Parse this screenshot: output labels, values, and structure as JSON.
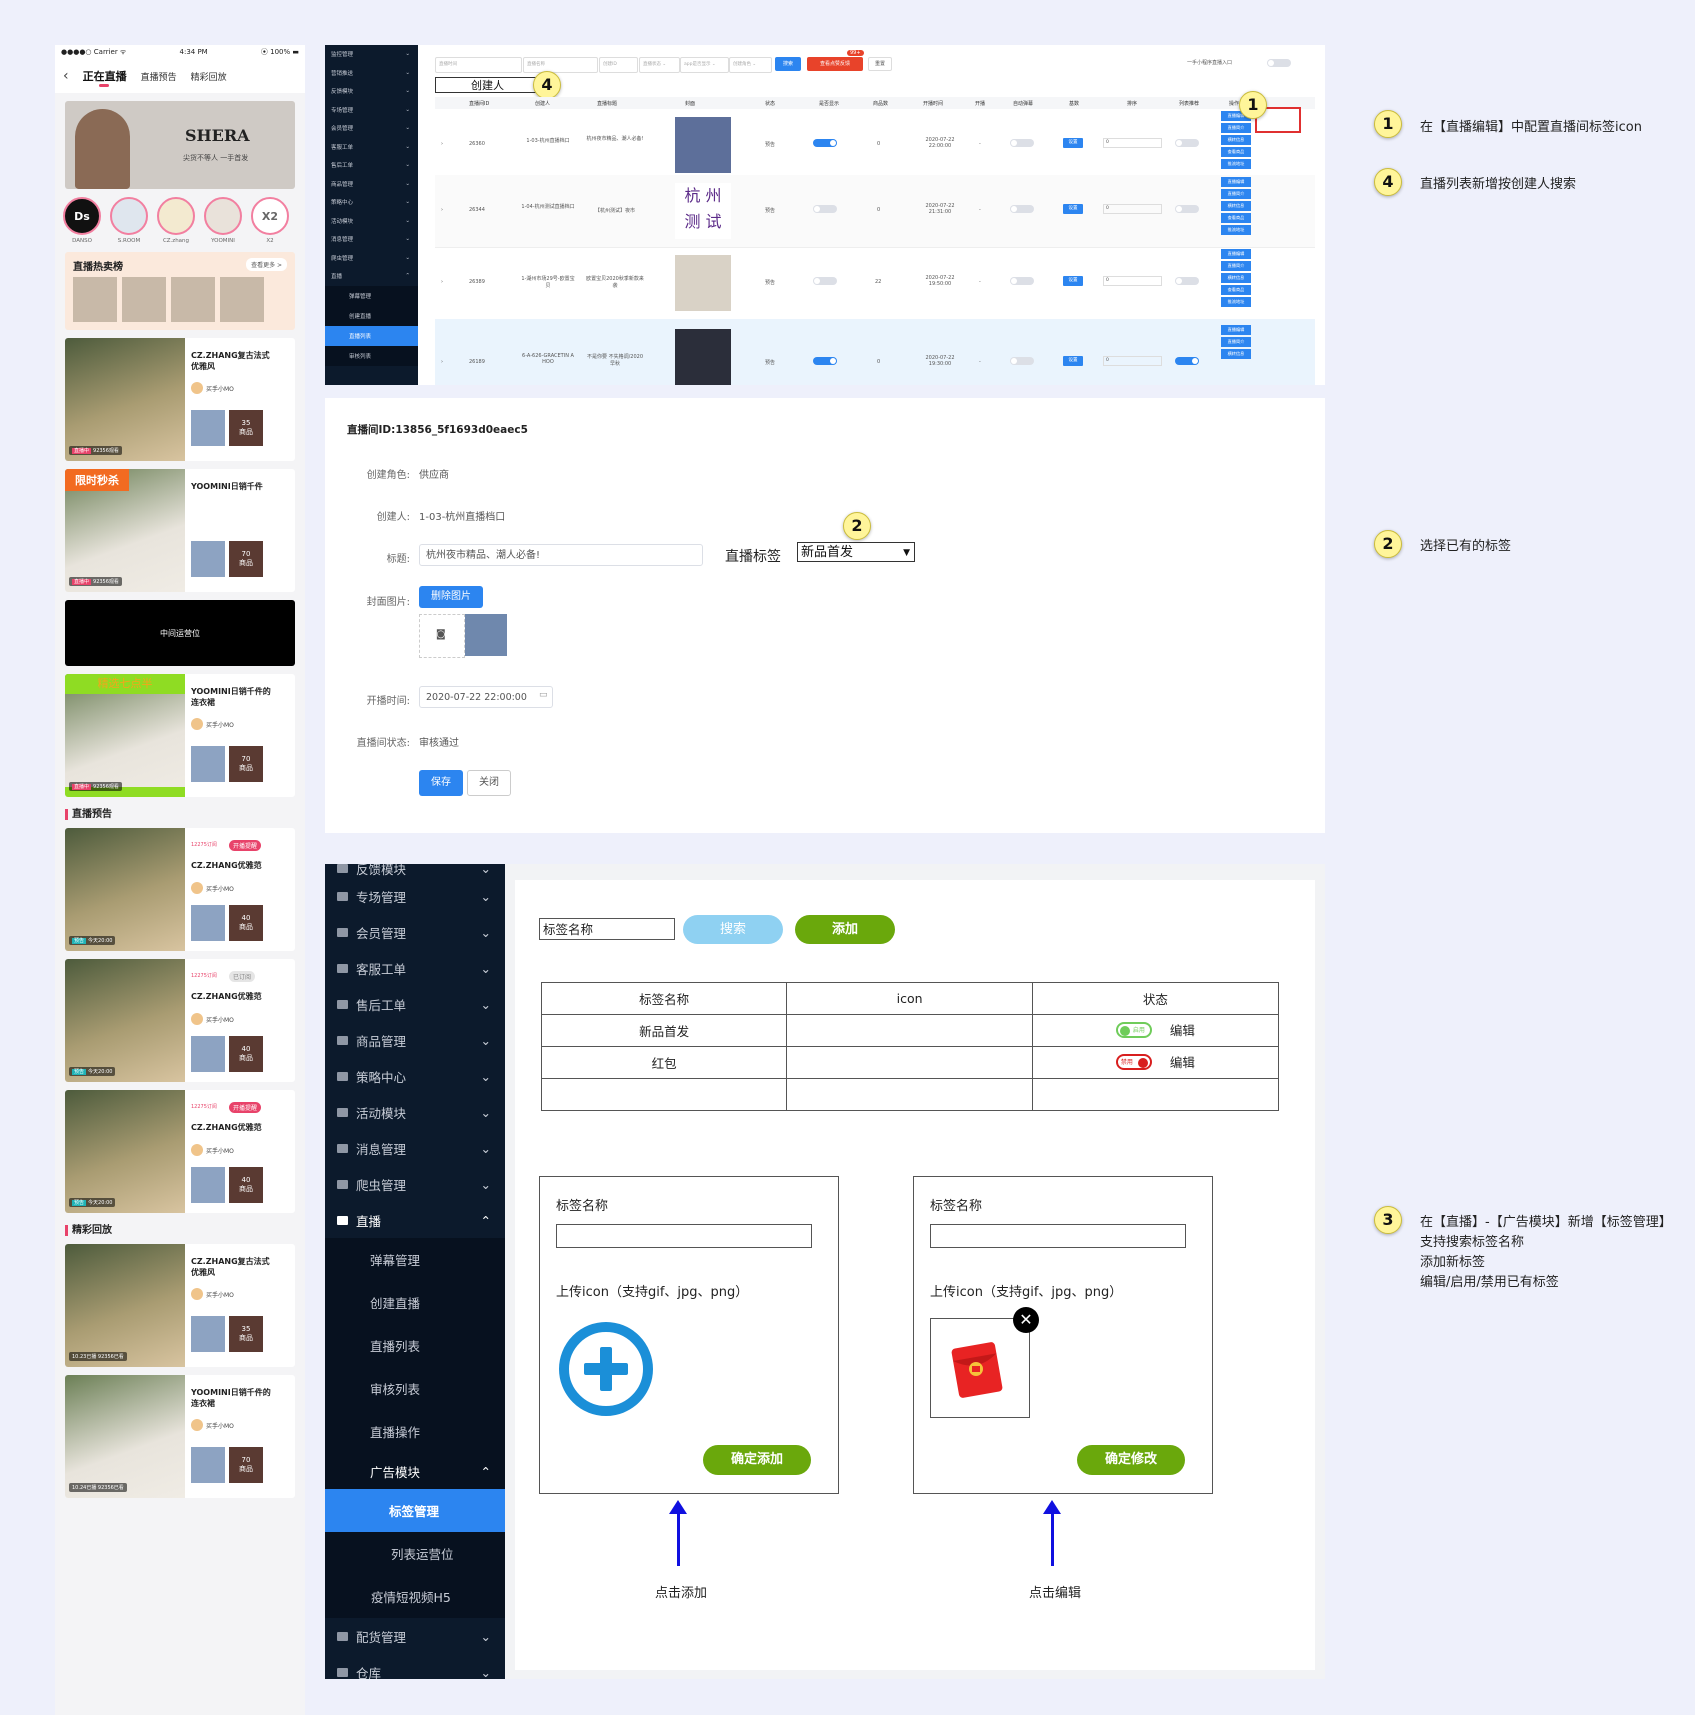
{
  "phone": {
    "status": {
      "carrier": "●●●●○ Carrier ᯤ",
      "time": "4:34 PM",
      "battery": "⦿ 100% ▬"
    },
    "tabs": [
      "正在直播",
      "直播预告",
      "精彩回放"
    ],
    "banner": {
      "brand": "SHERA",
      "tagline": "尖货不等人 一手首发"
    },
    "avatars": [
      {
        "mark": "Ds",
        "name": "DANSO"
      },
      {
        "mark": "",
        "name": "S.ROOM"
      },
      {
        "mark": "",
        "name": "CZ.zhang"
      },
      {
        "mark": "",
        "name": "YOOMINI"
      },
      {
        "mark": "X2",
        "name": "X2"
      }
    ],
    "hot": {
      "title": "直播热卖榜",
      "more": "查看更多 >"
    },
    "cards": [
      {
        "title": "CZ.ZHANG复古法式优雅风",
        "user": "买手小MO",
        "count": "35\n商品",
        "badge_tag": "直播中",
        "badge": "92356观看"
      },
      {
        "title": "YOOMINI日销千件",
        "user": "",
        "count": "70\n商品",
        "badge_tag": "直播中",
        "badge": "92356观看",
        "flag": "限时秒杀"
      },
      {
        "title": "YOOMINI日销千件的连衣裙",
        "user": "买手小MO",
        "count": "70\n商品",
        "badge_tag": "直播中",
        "badge": "92356观看",
        "flag": "精选七点半"
      }
    ],
    "ops_slot": "中间运营位",
    "preview_title": "直播预告",
    "preview": [
      {
        "sub": "12275订阅",
        "tag": "开播提醒",
        "title": "CZ.ZHANG优雅范",
        "user": "买手小MO",
        "count": "40\n商品",
        "badge_tag": "预告",
        "badge": "今天20:00"
      },
      {
        "sub": "12275订阅",
        "tag": "已订阅",
        "title": "CZ.ZHANG优雅范",
        "user": "买手小MO",
        "count": "40\n商品",
        "badge_tag": "预告",
        "badge": "今天20:00"
      },
      {
        "sub": "12275订阅",
        "tag": "开播提醒",
        "title": "CZ.ZHANG优雅范",
        "user": "买手小MO",
        "count": "40\n商品",
        "badge_tag": "预告",
        "badge": "今天20:00"
      }
    ],
    "replay_title": "精彩回放",
    "replay": [
      {
        "title": "CZ.ZHANG复古法式优雅风",
        "user": "买手小MO",
        "count": "35\n商品",
        "badge_tag": "",
        "badge": "10.23已播 92356已看"
      },
      {
        "title": "YOOMINI日销千件的连衣裙",
        "user": "买手小MO",
        "count": "70\n商品",
        "badge_tag": "",
        "badge": "10.24已播 92356已看"
      }
    ]
  },
  "adminTop": {
    "sidebar": [
      "监控管理",
      "营销推送",
      "反馈模块",
      "专场管理",
      "会员管理",
      "客服工单",
      "售后工单",
      "商品管理",
      "策略中心",
      "活动模块",
      "消息管理",
      "爬虫管理",
      "直播"
    ],
    "sidebar_sub": [
      "弹幕管理",
      "创建直播",
      "直播列表",
      "审核列表"
    ],
    "filters": [
      "直播时间",
      "直播名称",
      "创建ID",
      "直播状态 ⌄",
      "app是否显示 ⌄",
      "创建角色 ⌄"
    ],
    "search_btn": "搜索",
    "feedback_btn": "查看点赞反馈",
    "feedback_badge": "99+",
    "reset_btn": "重置",
    "mini_label": "一手小程序直播入口",
    "creator_label": "创建人",
    "columns": [
      "直播间ID",
      "创建人",
      "直播标题",
      "封面",
      "状态",
      "是否显示",
      "商品数",
      "开播时间",
      "开播",
      "自动弹幕",
      "基数",
      "排序",
      "列表推荐",
      "操作"
    ],
    "rows": [
      {
        "id": "26360",
        "creator": "1-03-杭州直播档口",
        "title": "杭州夜市精品、潮人必备!",
        "status": "预告",
        "goods": "0",
        "time": "2020-07-22 22:00:00",
        "open": "-",
        "sort": "0",
        "show": true,
        "rec": false
      },
      {
        "id": "26344",
        "creator": "1-04-杭州测试直播档口",
        "title": "【杭州测试】夜市",
        "cover_text": "杭 州\n测 试",
        "status": "预告",
        "goods": "0",
        "time": "2020-07-22 21:31:00",
        "open": "-",
        "sort": "0",
        "show": false,
        "rec": false
      },
      {
        "id": "26389",
        "creator": "1-湖州市场29号-欧置宝贝",
        "title": "欧置宝贝2020秋季新款来袭",
        "status": "预告",
        "goods": "22",
        "time": "2020-07-22 19:50:00",
        "open": "-",
        "sort": "0",
        "show": false,
        "rec": false
      },
      {
        "id": "26189",
        "creator": "6-A-626-GRACETIN A HOO",
        "title": "不是你要 不失格调/2020早秋",
        "status": "预告",
        "goods": "0",
        "time": "2020-07-22 19:30:00",
        "open": "-",
        "sort": "0",
        "show": true,
        "rec": true
      }
    ],
    "set_btn": "设置",
    "op_buttons": [
      "直播编辑",
      "直播简介",
      "横转信息",
      "查看商品",
      "推流地址"
    ],
    "num1": "1",
    "num4": "4"
  },
  "adminMid": {
    "room_id": "直播间ID:13856_5f1693d0eaec5",
    "role_label": "创建角色:",
    "role_value": "供应商",
    "creator_label": "创建人:",
    "creator_value": "1-03-杭州直播档口",
    "title_label": "标题:",
    "title_value": "杭州夜市精品、潮人必备!",
    "tag_label": "直播标签",
    "tag_value": "新品首发",
    "cover_label": "封面图片:",
    "delete_btn": "删除图片",
    "time_label": "开播时间:",
    "time_value": "2020-07-22 22:00:00",
    "state_label": "直播间状态:",
    "state_value": "审核通过",
    "save_btn": "保存",
    "close_btn": "关闭",
    "num2": "2"
  },
  "adminBot": {
    "sidebar": [
      "反馈模块",
      "专场管理",
      "会员管理",
      "客服工单",
      "售后工单",
      "商品管理",
      "策略中心",
      "活动模块",
      "消息管理",
      "爬虫管理",
      "直播"
    ],
    "live_sub": [
      "弹幕管理",
      "创建直播",
      "直播列表",
      "审核列表",
      "直播操作"
    ],
    "ad_module": "广告模块",
    "ad_sub": [
      "标签管理",
      "列表运营位",
      "疫情短视频H5"
    ],
    "after": [
      "配货管理",
      "仓库"
    ],
    "search_placeholder": "标签名称",
    "search_btn": "搜索",
    "add_btn": "添加",
    "table_head": [
      "标签名称",
      "icon",
      "状态"
    ],
    "table_rows": [
      {
        "name": "新品首发",
        "state": "启用",
        "edit": "编辑"
      },
      {
        "name": "红包",
        "state": "禁用",
        "edit": "编辑"
      }
    ],
    "add_dialog": {
      "name_label": "标签名称",
      "upload_label": "上传icon（支持gif、jpg、png）",
      "confirm": "确定添加"
    },
    "edit_dialog": {
      "name_label": "标签名称",
      "upload_label": "上传icon（支持gif、jpg、png）",
      "confirm": "确定修改"
    },
    "caption_add": "点击添加",
    "caption_edit": "点击编辑"
  },
  "notes": [
    {
      "num": "1",
      "text": "在【直播编辑】中配置直播间标签icon"
    },
    {
      "num": "4",
      "text": "直播列表新增按创建人搜索"
    },
    {
      "num": "2",
      "text": "选择已有的标签"
    },
    {
      "num": "3",
      "lines": [
        "在【直播】-【广告模块】新增【标签管理】",
        "支持搜索标签名称",
        "添加新标签",
        "编辑/启用/禁用已有标签"
      ]
    }
  ]
}
